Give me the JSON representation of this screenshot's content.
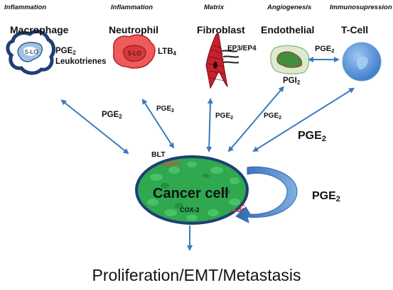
{
  "categories": {
    "macrophage": "Inflammation",
    "neutrophil": "Inflammation",
    "fibroblast": "Matrix",
    "endothelial": "Angiogenesis",
    "tcell": "Immunosupression"
  },
  "cells": {
    "macrophage": "Macrophage",
    "neutrophil": "Neutrophil",
    "fibroblast": "Fibroblast",
    "endothelial": "Endothelial",
    "tcell": "T-Cell"
  },
  "inner_labels": {
    "macrophage_5lo": "5-LO",
    "neutrophil_5lo": "5-LO"
  },
  "mediators": {
    "macrophage_pge": "PGE",
    "macrophage_pge_sub": "2",
    "macrophage_leuko": "Leukotrienes",
    "neutrophil_ltb": "LTB",
    "neutrophil_ltb_sub": "4",
    "fibroblast_ep": "EP3/EP4",
    "endothelial_pgi": "PGI",
    "endothelial_pgi_sub": "2",
    "endo_tcell_pge": "PGE",
    "endo_tcell_pge_sub": "2"
  },
  "arrow_labels": {
    "a1": "PGE",
    "a1_sub": "2",
    "a2": "PGE",
    "a2_sub": "2",
    "a3": "PGE",
    "a3_sub": "2",
    "a4": "PGE",
    "a4_sub": "2",
    "a5": "PGE",
    "a5_sub": "2",
    "loop": "PGE",
    "loop_sub": "2"
  },
  "receptor": "BLT",
  "cancer": {
    "title": "Cancer cell",
    "enzyme": "COX-2"
  },
  "outcome": "Proliferation/EMT/Metastasis",
  "colors": {
    "arrow": "#3a7bbf",
    "macrophage_border": "#1f3f74",
    "neutrophil_fill": "#ef5a5a",
    "fibroblast_fill": "#c8202e",
    "endothelial_fill": "#cfe6c4",
    "tcell_fill": "#4f8fd6",
    "cancer_fill": "#2fa84f",
    "cancer_border": "#1f3f74"
  }
}
